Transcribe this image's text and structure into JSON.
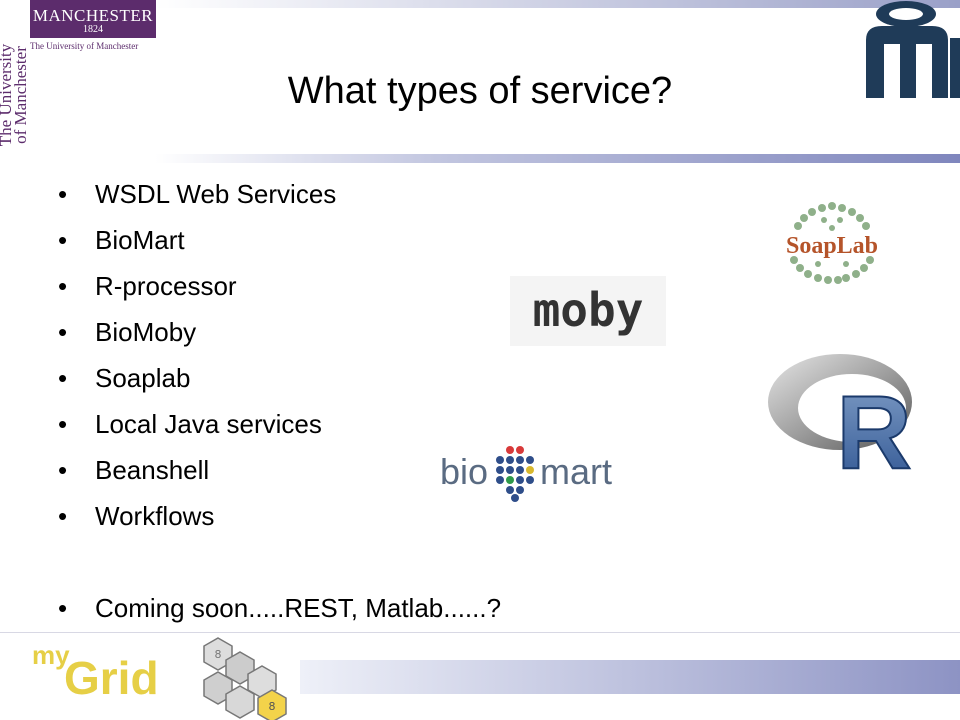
{
  "header": {
    "institution": {
      "name": "MANCHESTER",
      "year": "1824",
      "subtitle": "The University of Manchester",
      "vertical_line1": "The University",
      "vertical_line2": "of Manchester"
    }
  },
  "slide": {
    "title": "What types of service?",
    "bullets": [
      "WSDL Web Services",
      "BioMart",
      "R-processor",
      "BioMoby",
      "Soaplab",
      "Local Java services",
      "Beanshell",
      "Workflows"
    ],
    "extra_bullet": "Coming soon.....REST, Matlab......?"
  },
  "logos": {
    "soaplab": "SoapLab",
    "moby": "moby",
    "r": "R",
    "biomart_left": "bio",
    "biomart_right": "mart",
    "mygrid_my": "my",
    "mygrid_grid": "Grid"
  },
  "colors": {
    "manchester_purple": "#5c2c6c",
    "band_blue": "#8d93c4",
    "mii_navy": "#1f3b58",
    "mygrid_yellow": "#e6cf46"
  }
}
